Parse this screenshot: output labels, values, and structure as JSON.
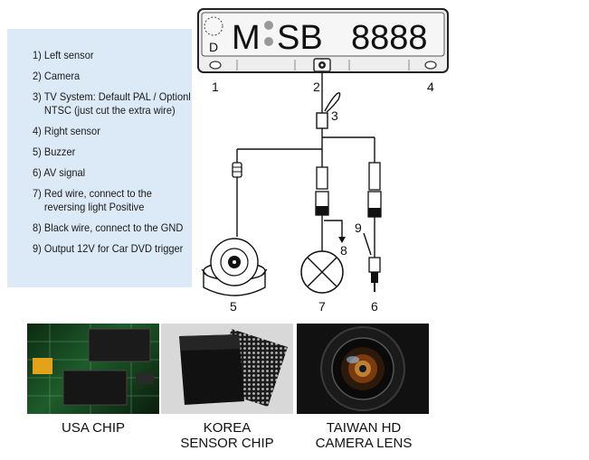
{
  "plate": {
    "country": "D",
    "letter1": "M",
    "letters": "SB",
    "number": "8888"
  },
  "callouts": [
    "1",
    "2",
    "4",
    "3",
    "9",
    "8",
    "5",
    "7",
    "6"
  ],
  "legend": [
    {
      "num": "1)",
      "text": "Left sensor",
      "cont": ""
    },
    {
      "num": "2)",
      "text": "Camera",
      "cont": ""
    },
    {
      "num": "3)",
      "text": "TV System: Default PAL / Optionl",
      "cont": "NTSC (just cut the extra wire)"
    },
    {
      "num": "4)",
      "text": "Right sensor",
      "cont": ""
    },
    {
      "num": "5)",
      "text": "Buzzer",
      "cont": ""
    },
    {
      "num": "6)",
      "text": "AV signal",
      "cont": ""
    },
    {
      "num": "7)",
      "text": "Red wire, connect to the",
      "cont": "reversing light Positive"
    },
    {
      "num": "8)",
      "text": "Black wire, connect to the GND",
      "cont": ""
    },
    {
      "num": "9)",
      "text": "Output 12V for Car DVD trigger",
      "cont": ""
    }
  ],
  "features": [
    {
      "line1": "USA CHIP",
      "line2": ""
    },
    {
      "line1": "KOREA",
      "line2": "SENSOR CHIP"
    },
    {
      "line1": "TAIWAN HD",
      "line2": "CAMERA LENS"
    }
  ],
  "colors": {
    "legend_bg": "#dce9f7",
    "plate_bg": "#eeeeee",
    "line": "#111111"
  }
}
